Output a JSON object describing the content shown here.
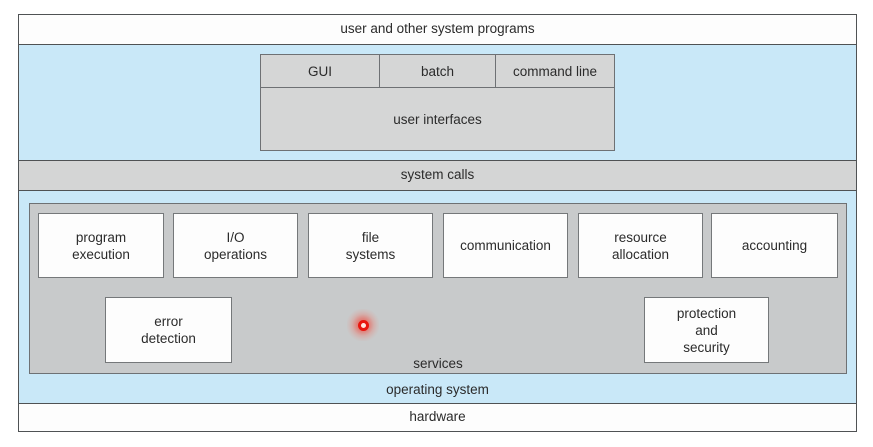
{
  "layers": {
    "user_programs": "user and other system programs",
    "system_calls": "system calls",
    "operating_system": "operating system",
    "hardware": "hardware"
  },
  "user_interface": {
    "header": [
      "GUI",
      "batch",
      "command line"
    ],
    "body": "user interfaces"
  },
  "services": {
    "label": "services",
    "row1": [
      [
        "program",
        "execution"
      ],
      [
        "I/O",
        "operations"
      ],
      [
        "file",
        "systems"
      ],
      [
        "communication"
      ],
      [
        "resource",
        "allocation"
      ],
      [
        "accounting"
      ]
    ],
    "row2": [
      [
        "error",
        "detection"
      ],
      [
        "protection",
        "and",
        "security"
      ]
    ]
  },
  "click_indicator": {
    "color": "#e8150d"
  },
  "colors": {
    "band_blue": "#c9e8f8",
    "bar_gray": "#d4d5d5",
    "services_gray": "#c8cacb",
    "box_white": "#fdfdfd",
    "border_dark": "#4f5254",
    "border_box": "#75787a",
    "text": "#2b2b2b",
    "click_red": "#e8150d"
  }
}
